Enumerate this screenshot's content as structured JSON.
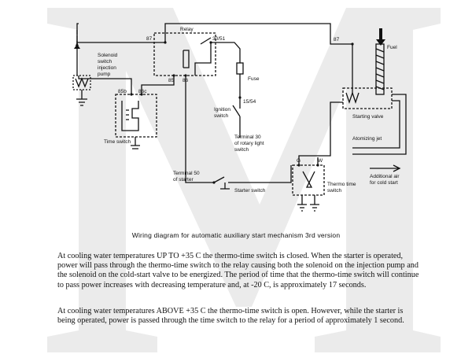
{
  "diagram": {
    "labels": {
      "relay": "Relay",
      "t87_left": "87",
      "t30_51": "30/51",
      "t87_right": "87",
      "t85": "85",
      "t86": "86",
      "t85b": "85b",
      "t86c": "86c",
      "fuel": "Fuel",
      "solenoid_l1": "Solenoid",
      "solenoid_l2": "switch",
      "solenoid_l3": "injection",
      "solenoid_l4": "pump",
      "fuse": "Fuse",
      "t15_54": "15/54",
      "ignition_l1": "Ignition",
      "ignition_l2": "switch",
      "starting_valve": "Starting valve",
      "atomizing_jet": "Atomizing jet",
      "additional_air_l1": "Additional air",
      "additional_air_l2": "for cold start",
      "time_switch": "Time switch",
      "terminal30_l1": "Terminal 30",
      "terminal30_l2": "of rotary light",
      "terminal30_l3": "switch",
      "terminal50_l1": "Terminal 50",
      "terminal50_l2": "of starter",
      "starter_switch": "Starter switch",
      "thermo_l1": "Thermo time",
      "thermo_l2": "switch",
      "g": "G",
      "w": "W"
    },
    "caption": "Wiring diagram for automatic auxiliary start mechanism 3rd version"
  },
  "text": {
    "paragraph1": "At cooling water temperatures UP TO +35 C the thermo-time switch is closed. When the starter is operated, power will pass through the thermo-time switch to the relay causing both the solenoid on the injection pump and the solenoid on the cold-start valve to be energized. The period of time that the thermo-time switch will continue to pass power increases with decreasing temperature and, at -20 C, is approximately 17 seconds.",
    "paragraph2": "At cooling water temperatures ABOVE +35 C the thermo-time switch is open. However, while the starter is being operated, power is passed through the time switch to the relay for a period of approximately 1 second."
  },
  "colors": {
    "ink": "#111111",
    "watermark": "#e9e9e9",
    "background": "#ffffff"
  },
  "watermark_icon": "letter-m-watermark"
}
